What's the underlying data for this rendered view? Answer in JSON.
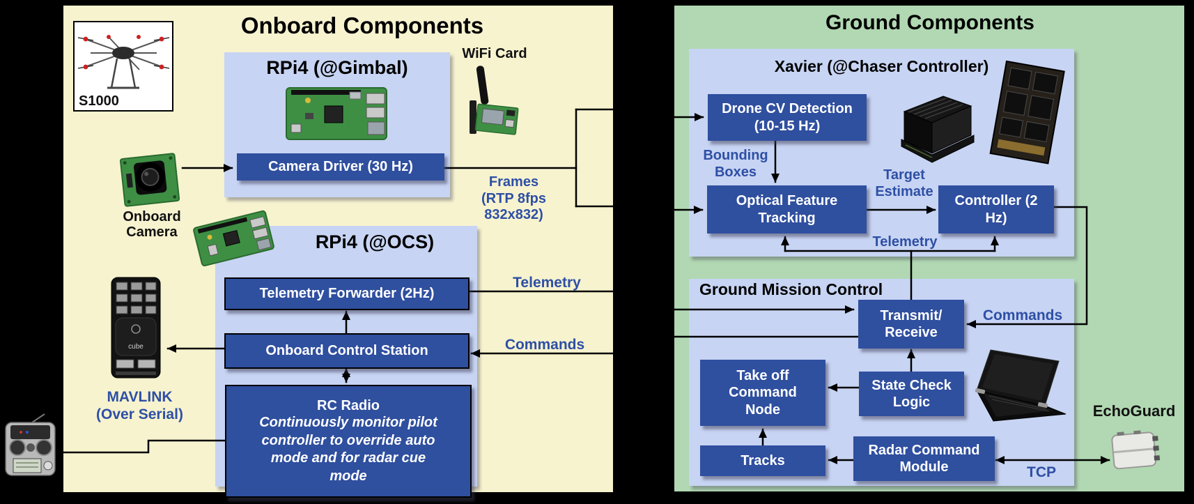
{
  "colors": {
    "canvas": "#000000",
    "onboard_bg": "#F7F3CF",
    "ground_bg": "#B1D8B2",
    "panel_blue": "#C7D4F3",
    "box_blue": "#2F4F9F",
    "label_blue": "#2E4FA5"
  },
  "onboard": {
    "title": "Onboard Components",
    "s1000_label": "S1000",
    "wifi_card_label": "WiFi Card",
    "onboard_camera_label": "Onboard\nCamera",
    "frames_label": "Frames\n(RTP 8fps\n832x832)",
    "telemetry_label": "Telemetry",
    "commands_label": "Commands",
    "mavlink_label": "MAVLINK\n(Over Serial)",
    "pixhawk_text": "cube",
    "gimbal": {
      "title": "RPi4 (@Gimbal)",
      "camera_driver_label": "Camera Driver (30 Hz)"
    },
    "ocs": {
      "title": "RPi4 (@OCS)",
      "telemetry_forwarder_label": "Telemetry Forwarder (2Hz)",
      "onboard_control_station_label": "Onboard Control Station",
      "rc_radio_title": "RC Radio",
      "rc_radio_note": "Continuously monitor pilot\ncontroller to override auto\nmode and for radar cue\nmode"
    }
  },
  "ground": {
    "title": "Ground Components",
    "commands_label": "Commands",
    "tcp_label": "TCP",
    "echoguard_label": "EchoGuard",
    "xavier": {
      "title": "Xavier (@Chaser Controller)",
      "drone_cv_label": "Drone CV Detection\n(10-15 Hz)",
      "bounding_boxes_label": "Bounding\nBoxes",
      "optical_feature_tracking_label": "Optical Feature\nTracking",
      "target_estimate_label": "Target\nEstimate",
      "controller_label": "Controller (2\nHz)",
      "telemetry_label": "Telemetry"
    },
    "gmc": {
      "title": "Ground Mission Control",
      "transmit_receive_label": "Transmit/\nReceive",
      "take_off_label": "Take off\nCommand\nNode",
      "state_check_label": "State Check\nLogic",
      "tracks_label": "Tracks",
      "radar_command_label": "Radar Command\nModule"
    }
  }
}
